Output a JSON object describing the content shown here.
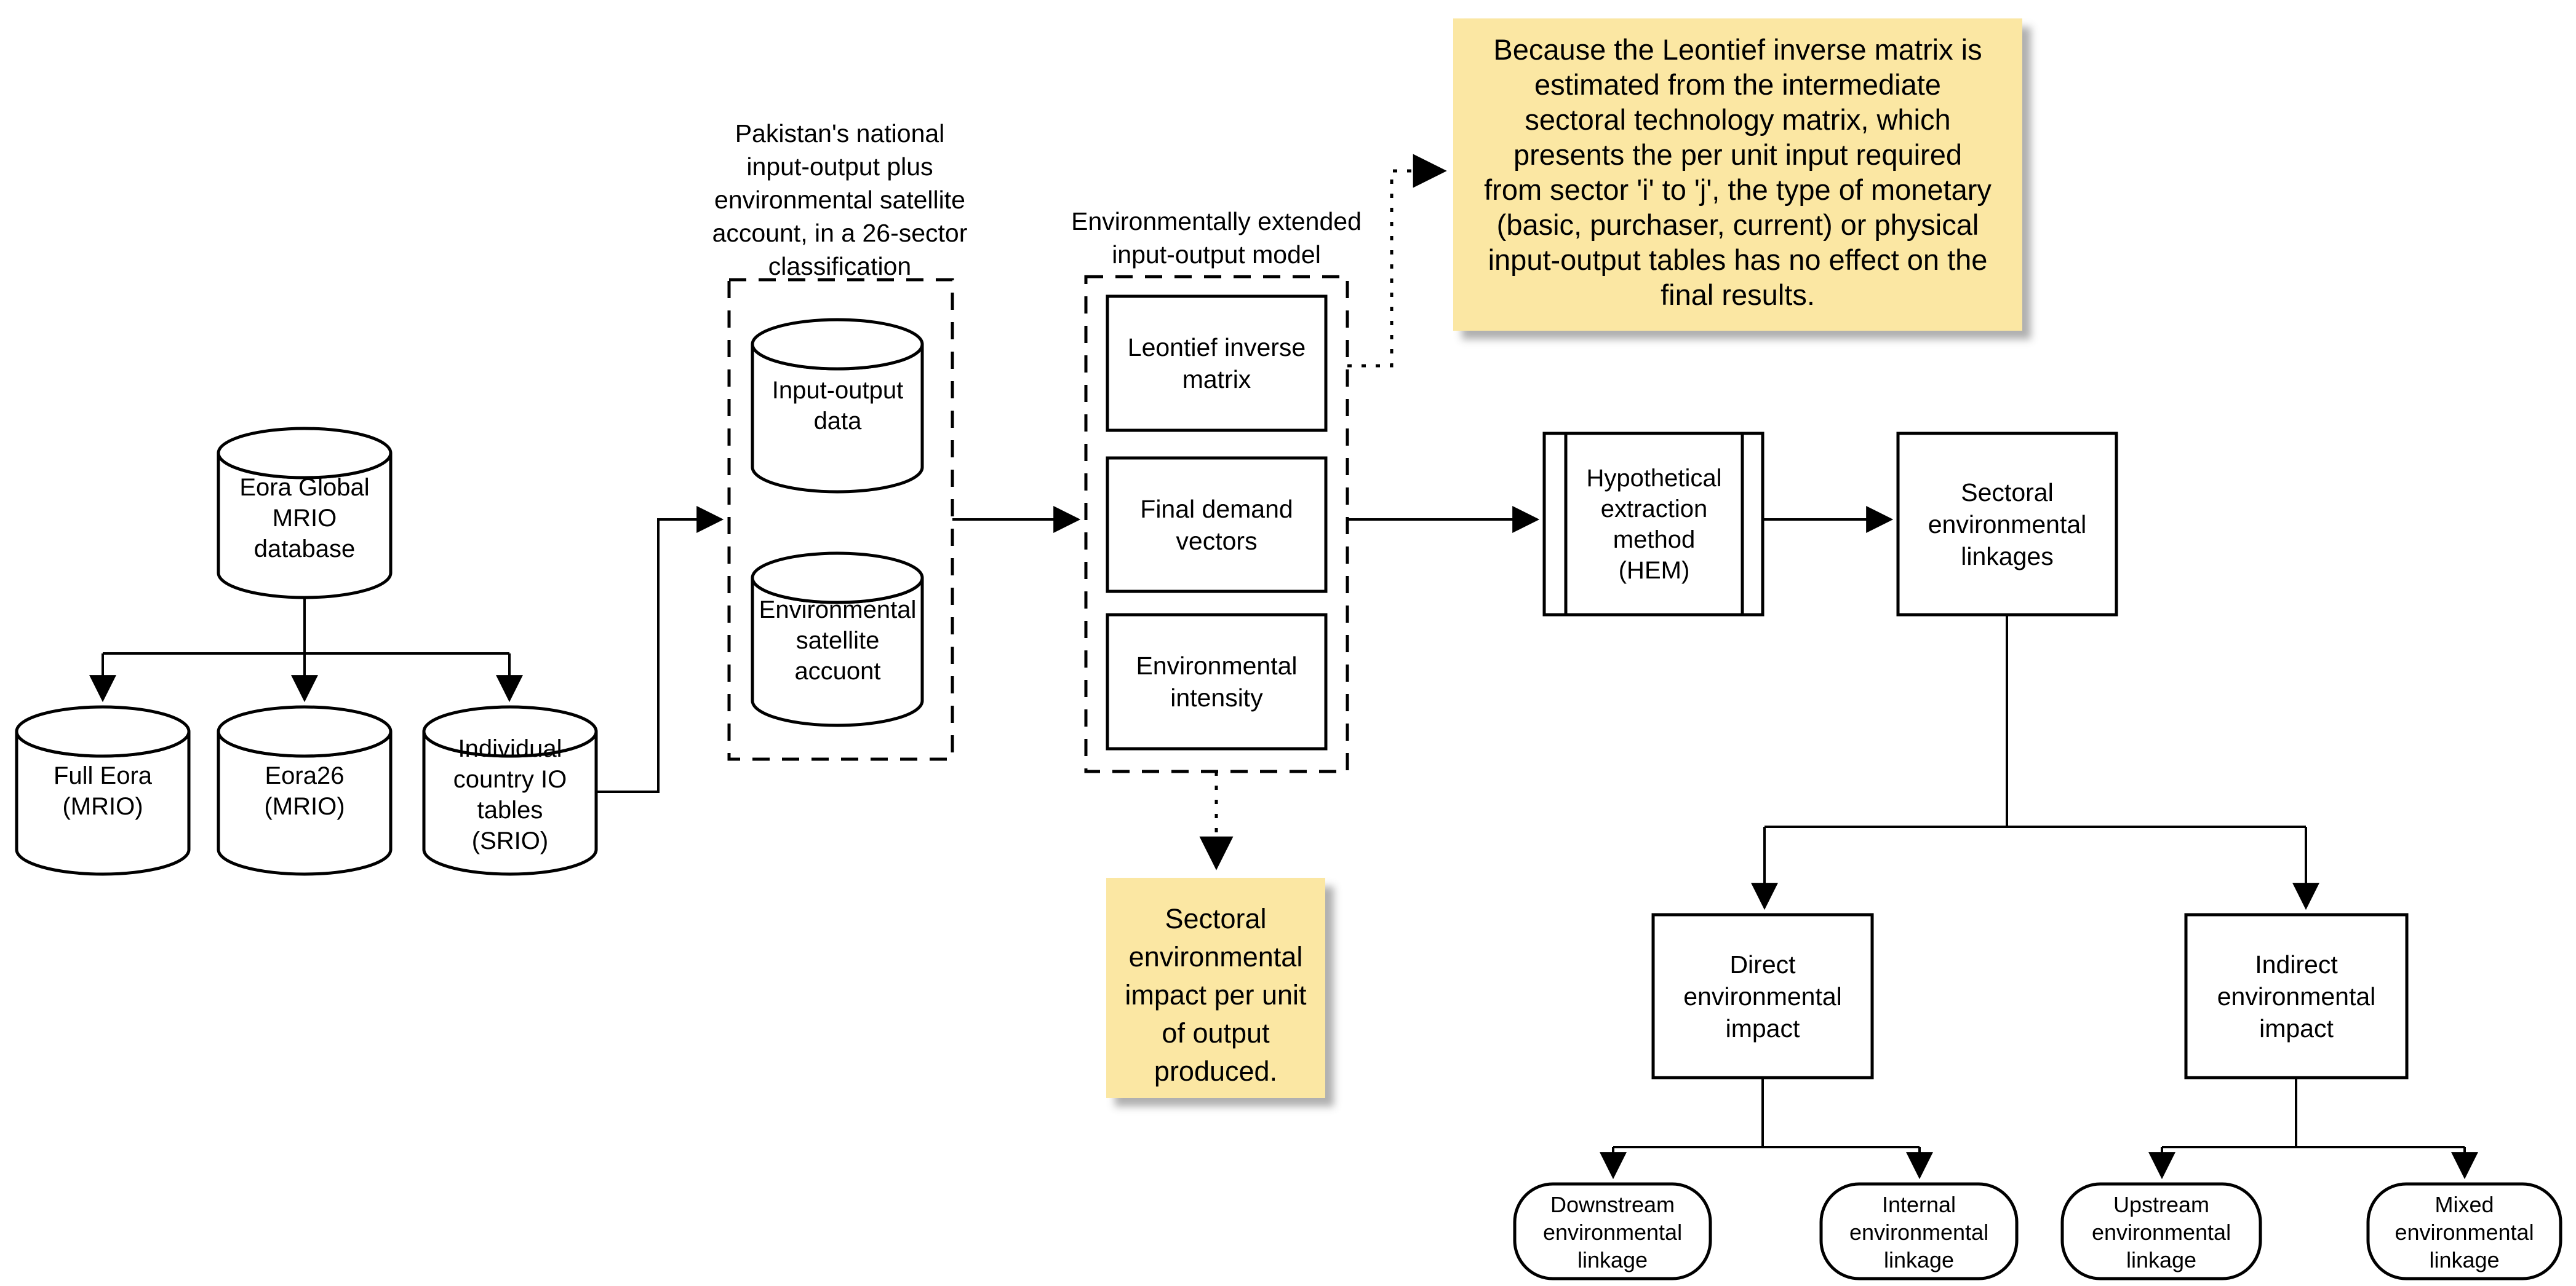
{
  "colors": {
    "background": "#ffffff",
    "line": "#000000",
    "text": "#000000",
    "note_bg": "#fbe7a3"
  },
  "headers": {
    "pakistan_group": "Pakistan's national\ninput-output plus\nenvironmental satellite\naccount, in a 26-sector\nclassification",
    "eeio_group": "Environmentally extended\ninput-output model"
  },
  "cylinders": {
    "eora_global": "Eora Global\nMRIO\ndatabase",
    "full_eora": "Full Eora\n(MRIO)",
    "eora26": "Eora26\n(MRIO)",
    "individual_country": "Individual\ncountry IO\ntables\n(SRIO)",
    "io_data": "Input-output\ndata",
    "env_satellite": "Environmental\nsatellite\naccuont"
  },
  "process_boxes": {
    "leontief": "Leontief inverse\nmatrix",
    "final_demand": "Final demand\nvectors",
    "env_intensity": "Environmental\nintensity",
    "hem": "Hypothetical\nextraction\nmethod\n(HEM)",
    "sectoral_linkages": "Sectoral\nenvironmental\nlinkages",
    "direct_impact": "Direct\nenvironmental\nimpact",
    "indirect_impact": "Indirect\nenvironmental\nimpact"
  },
  "terminals": {
    "downstream": "Downstream\nenvironmental\nlinkage",
    "internal": "Internal\nenvironmental\nlinkage",
    "upstream": "Upstream\nenvironmental\nlinkage",
    "mixed": "Mixed\nenvironmental\nlinkage"
  },
  "notes": {
    "leontief_note": "Because the Leontief inverse matrix is\nestimated from the intermediate\nsectoral technology matrix, which\npresents the per unit input required\nfrom sector 'i' to 'j', the type of monetary\n(basic, purchaser, current) or physical\ninput-output tables has no effect on the\nfinal results.",
    "impact_note": "Sectoral\nenvironmental\nimpact per unit\nof output\nproduced."
  }
}
